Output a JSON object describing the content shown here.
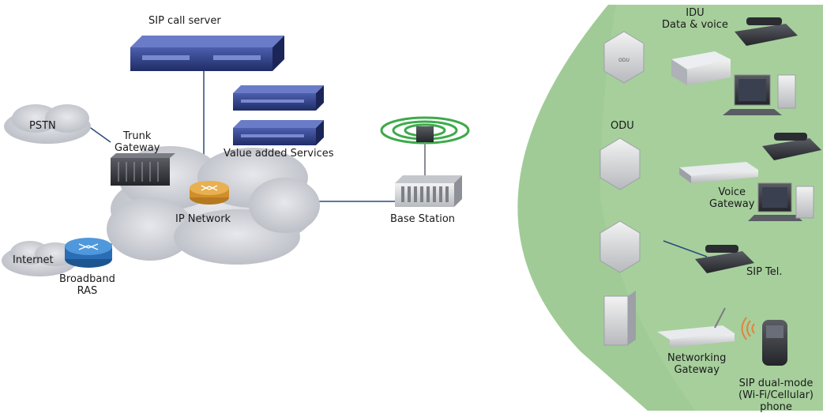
{
  "labels": {
    "sip_call_server": "SIP call server",
    "value_added_services": "Value added Services",
    "pstn": "PSTN",
    "trunk_gateway": [
      "Trunk",
      "Gateway"
    ],
    "ip_network": "IP Network",
    "internet": "Internet",
    "broadband_ras": [
      "Broadband",
      "RAS"
    ],
    "base_station": "Base Station",
    "idu": [
      "IDU",
      "Data & voice"
    ],
    "odu": "ODU",
    "voice_gateway": [
      "Voice",
      "Gateway"
    ],
    "sip_tel": "SIP Tel.",
    "networking_gateway": [
      "Networking",
      "Gateway"
    ],
    "sip_dual_mode": [
      "SIP dual-mode",
      "(Wi-Fi/Cellular)",
      "phone"
    ]
  },
  "colors": {
    "coverage_sector": "#a6cf9c",
    "cloud": "#d3d5da",
    "server_blue": "#2d3f88",
    "router_orange": "#e0a035",
    "router_blue": "#2f78c0",
    "signal_green": "#3daa4a",
    "signal_orange": "#e5823a",
    "link_line": "#2a4a7a"
  }
}
